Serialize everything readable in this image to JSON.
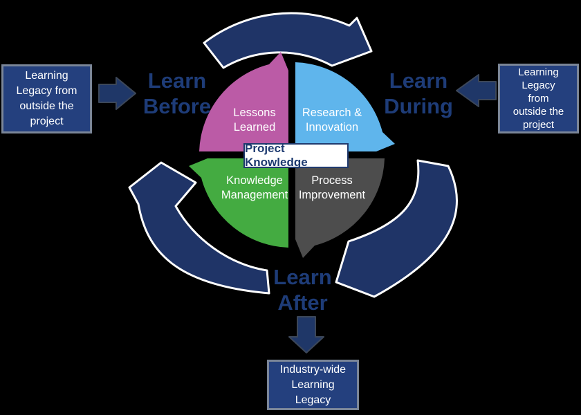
{
  "diagram_title": "Project knowledge learning cycle",
  "colors": {
    "background": "#000000",
    "arrow_navy": "#1f3467",
    "arrow_outline": "#ffffff",
    "block_arrow_navy": "#1f3768",
    "block_arrow_border": "#3c4759",
    "box_navy": "#24407e",
    "box_border_gray": "#7b8698",
    "phase_text_navy": "#1e3c78",
    "center_text_navy": "#1d3a70",
    "quadrant_text": "#ffffff"
  },
  "phases": {
    "before": {
      "lines": [
        "Learn",
        "Before"
      ]
    },
    "during": {
      "lines": [
        "Learn",
        "During"
      ]
    },
    "after": {
      "lines": [
        "Learn",
        "After"
      ]
    }
  },
  "quadrants": [
    {
      "id": "lessons-learned",
      "color": "#bb5ba6",
      "lines": [
        "Lessons",
        "Learned"
      ]
    },
    {
      "id": "research-innovation",
      "color": "#5fb5ec",
      "lines": [
        "Research &",
        "Innovation"
      ]
    },
    {
      "id": "knowledge-management",
      "color": "#44ab41",
      "lines": [
        "Knowledge",
        "Management"
      ]
    },
    {
      "id": "process-improvement",
      "color": "#4d4d4d",
      "lines": [
        "Process",
        "Improvement"
      ]
    }
  ],
  "center_label": "Project Knowledge",
  "side_boxes": {
    "left": {
      "lines": [
        "Learning",
        "Legacy from",
        "outside the",
        "project"
      ]
    },
    "right": {
      "lines": [
        "Learning",
        "Legacy",
        "from",
        "outside the",
        "project"
      ]
    },
    "bottom": {
      "lines": [
        "Industry-wide",
        "Learning",
        "Legacy"
      ]
    }
  }
}
